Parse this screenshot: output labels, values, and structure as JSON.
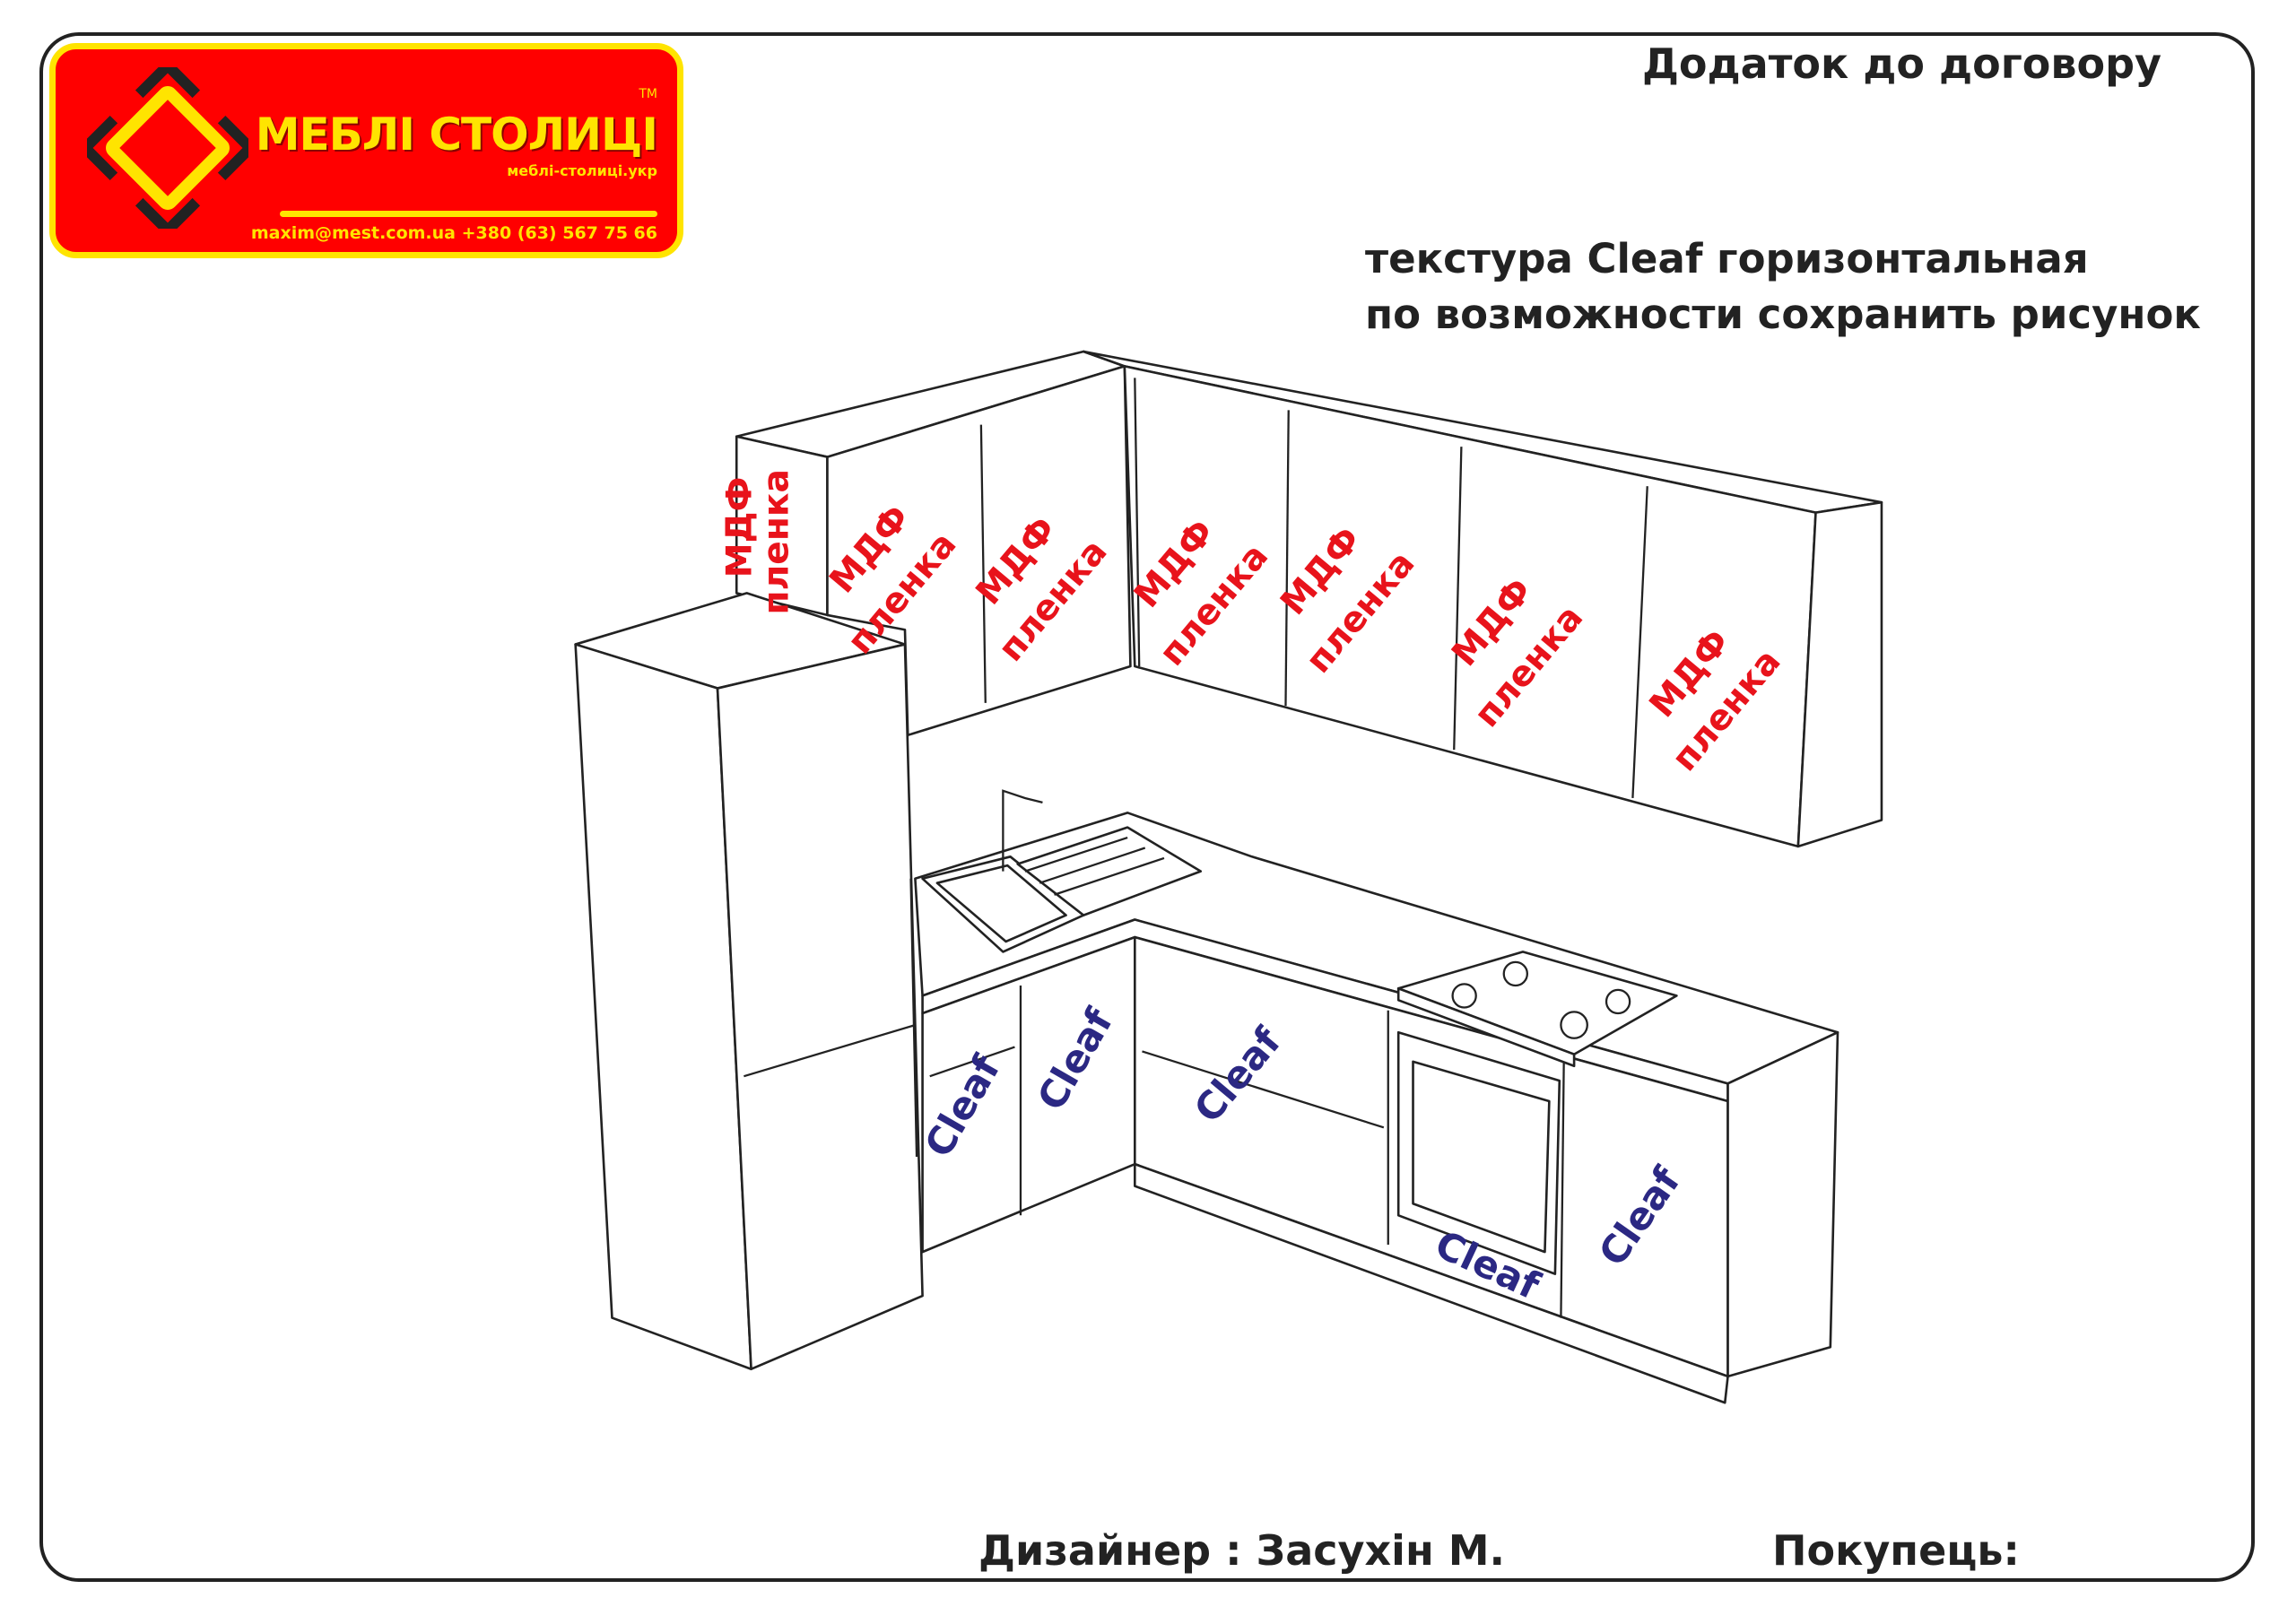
{
  "header": {
    "title": "Додаток до договору"
  },
  "logo": {
    "brand": "МЕБЛІ СТОЛИЦІ",
    "tm": "TM",
    "site": "меблі-столиці.укр",
    "contact": "maxim@mest.com.ua  +380 (63) 567 75 66",
    "colors": {
      "background": "#ff0000",
      "accent": "#ffe400"
    }
  },
  "notes": [
    "текстура Cleaf горизонтальная",
    "по возможности сохранить рисунок"
  ],
  "upper_labels": [
    {
      "line1": "МДФ",
      "line2": "пленка"
    },
    {
      "line1": "МДФ",
      "line2": "пленка"
    },
    {
      "line1": "МДФ",
      "line2": "пленка"
    },
    {
      "line1": "МДФ",
      "line2": "пленка"
    },
    {
      "line1": "МДФ",
      "line2": "пленка"
    },
    {
      "line1": "МДФ",
      "line2": "пленка"
    },
    {
      "line1": "МДФ",
      "line2": "пленка"
    }
  ],
  "base_labels": [
    "Cleaf",
    "Cleaf",
    "Cleaf",
    "Cleaf",
    "Cleaf"
  ],
  "footer": {
    "designer": "Дизайнер : Засухін М.",
    "buyer": "Покупець:"
  },
  "colors": {
    "upper_label": "#e8131b",
    "base_label": "#2b2883"
  }
}
